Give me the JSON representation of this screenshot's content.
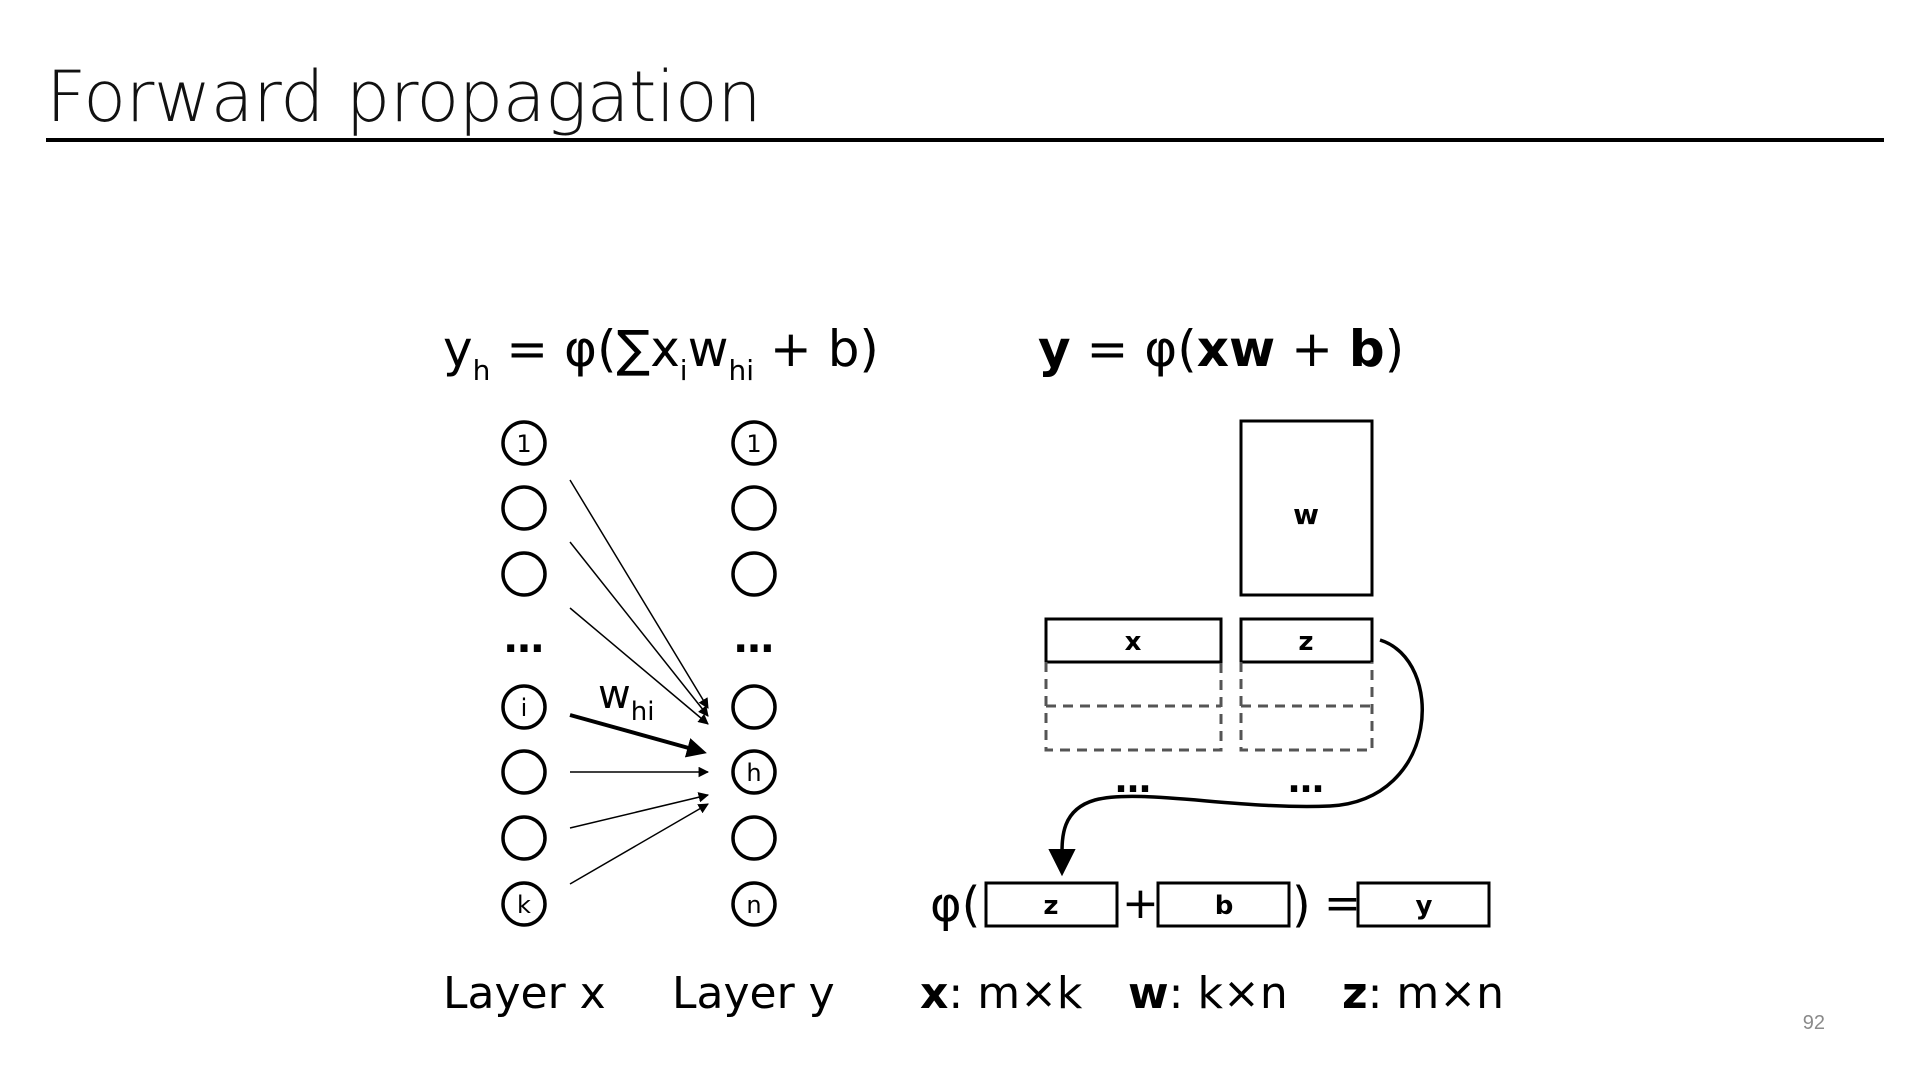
{
  "slide": {
    "title": "Forward propagation",
    "page_number": "92"
  },
  "left_formula": {
    "y": "y",
    "y_sub": "h",
    "mid": " = φ(∑x",
    "i_sub": "i",
    "w": "w",
    "w_sub": "hi",
    "end": " + b)"
  },
  "right_formula": {
    "y": "y",
    "eq": " = φ(",
    "xw": "xw",
    "plus": " + ",
    "b": "b",
    "close": ")"
  },
  "network": {
    "input_labels": [
      "1",
      "",
      "",
      "…",
      "i",
      "",
      "",
      "k"
    ],
    "output_labels": [
      "1",
      "",
      "",
      "…",
      "",
      "h",
      "",
      "n"
    ],
    "weight_label": "w",
    "weight_sub": "hi"
  },
  "matrix": {
    "w_label": "w",
    "x_label": "x",
    "z_label": "z",
    "x_ellipsis": "…",
    "z_ellipsis": "…"
  },
  "equation": {
    "phi_open": "φ(",
    "z": "z",
    "plus": "+",
    "b": "b",
    "close": ")",
    "eq": "=",
    "y": "y"
  },
  "captions": {
    "layer_x": "Layer x",
    "layer_y": "Layer y",
    "dim_x_bold": "x",
    "dim_x_rest": ": m×k",
    "dim_w_bold": "w",
    "dim_w_rest": ": k×n",
    "dim_z_bold": "z",
    "dim_z_rest": ": m×n"
  }
}
